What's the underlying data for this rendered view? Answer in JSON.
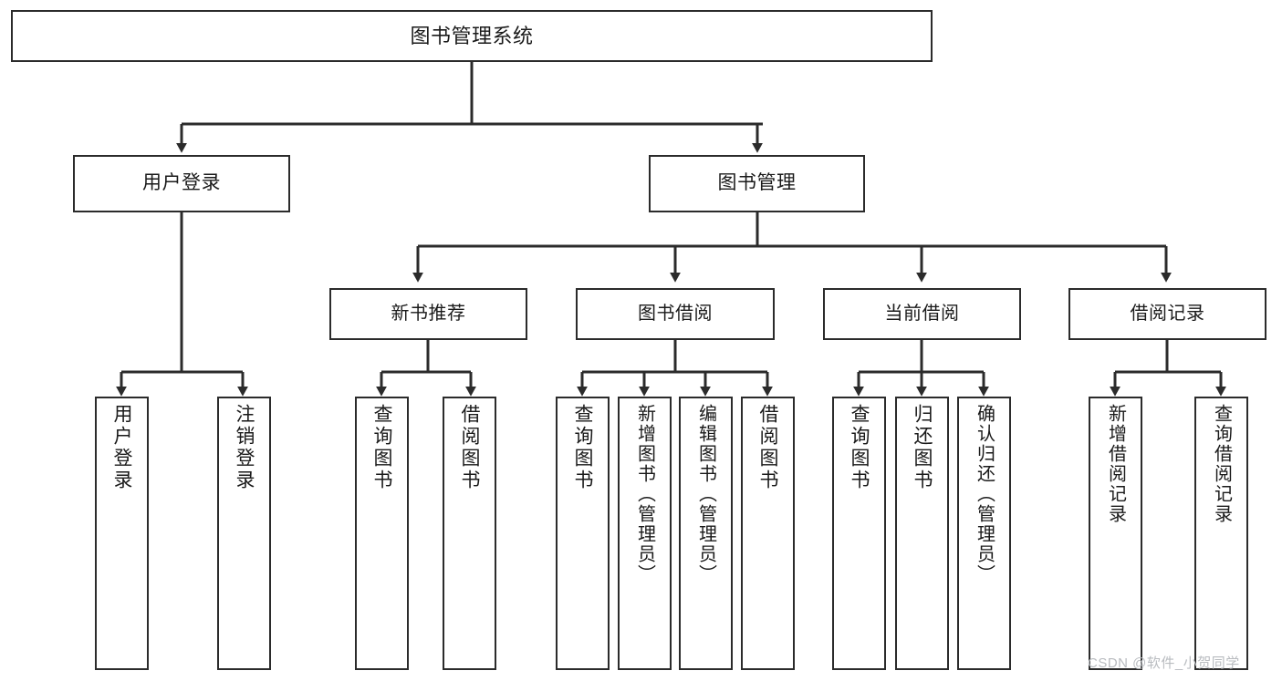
{
  "diagram": {
    "type": "tree",
    "title": "图书管理系统",
    "watermark": "CSDN @软件_小贺同学",
    "colors": {
      "box_border": "#2b2b2b",
      "box_fill": "#ffffff",
      "connector": "#2b2b2b",
      "text": "#1a1a1a",
      "watermark": "#b9bcc0",
      "background": "#ffffff"
    },
    "nodes": {
      "root": {
        "label": "图书管理系统",
        "level": 0
      },
      "user_login": {
        "label": "用户登录",
        "level": 1
      },
      "book_manage": {
        "label": "图书管理",
        "level": 1
      },
      "new_book_rec": {
        "label": "新书推荐",
        "level": 2
      },
      "book_borrow": {
        "label": "图书借阅",
        "level": 2
      },
      "current_borrow": {
        "label": "当前借阅",
        "level": 2
      },
      "borrow_record": {
        "label": "借阅记录",
        "level": 2
      },
      "leaf_user_login": {
        "label": "用户登录",
        "level": 3
      },
      "leaf_logout": {
        "label": "注销登录",
        "level": 3
      },
      "leaf_query_book_a": {
        "label": "查询图书",
        "level": 3
      },
      "leaf_borrow_book_a": {
        "label": "借阅图书",
        "level": 3
      },
      "leaf_query_book_b": {
        "label": "查询图书",
        "level": 3
      },
      "leaf_add_book": {
        "label": "新增图书（管理员）",
        "level": 3
      },
      "leaf_edit_book": {
        "label": "编辑图书（管理员）",
        "level": 3
      },
      "leaf_borrow_book_b": {
        "label": "借阅图书",
        "level": 3
      },
      "leaf_query_book_c": {
        "label": "查询图书",
        "level": 3
      },
      "leaf_return_book": {
        "label": "归还图书",
        "level": 3
      },
      "leaf_confirm_return": {
        "label": "确认归还（管理员）",
        "level": 3
      },
      "leaf_add_record": {
        "label": "新增借阅记录",
        "level": 3
      },
      "leaf_query_record": {
        "label": "查询借阅记录",
        "level": 3
      }
    },
    "edges": [
      {
        "from": "root",
        "to": "user_login"
      },
      {
        "from": "root",
        "to": "book_manage"
      },
      {
        "from": "book_manage",
        "to": "new_book_rec"
      },
      {
        "from": "book_manage",
        "to": "book_borrow"
      },
      {
        "from": "book_manage",
        "to": "current_borrow"
      },
      {
        "from": "book_manage",
        "to": "borrow_record"
      },
      {
        "from": "user_login",
        "to": "leaf_user_login"
      },
      {
        "from": "user_login",
        "to": "leaf_logout"
      },
      {
        "from": "new_book_rec",
        "to": "leaf_query_book_a"
      },
      {
        "from": "new_book_rec",
        "to": "leaf_borrow_book_a"
      },
      {
        "from": "book_borrow",
        "to": "leaf_query_book_b"
      },
      {
        "from": "book_borrow",
        "to": "leaf_add_book"
      },
      {
        "from": "book_borrow",
        "to": "leaf_edit_book"
      },
      {
        "from": "book_borrow",
        "to": "leaf_borrow_book_b"
      },
      {
        "from": "current_borrow",
        "to": "leaf_query_book_c"
      },
      {
        "from": "current_borrow",
        "to": "leaf_return_book"
      },
      {
        "from": "current_borrow",
        "to": "leaf_confirm_return"
      },
      {
        "from": "borrow_record",
        "to": "leaf_add_record"
      },
      {
        "from": "borrow_record",
        "to": "leaf_query_record"
      }
    ]
  }
}
